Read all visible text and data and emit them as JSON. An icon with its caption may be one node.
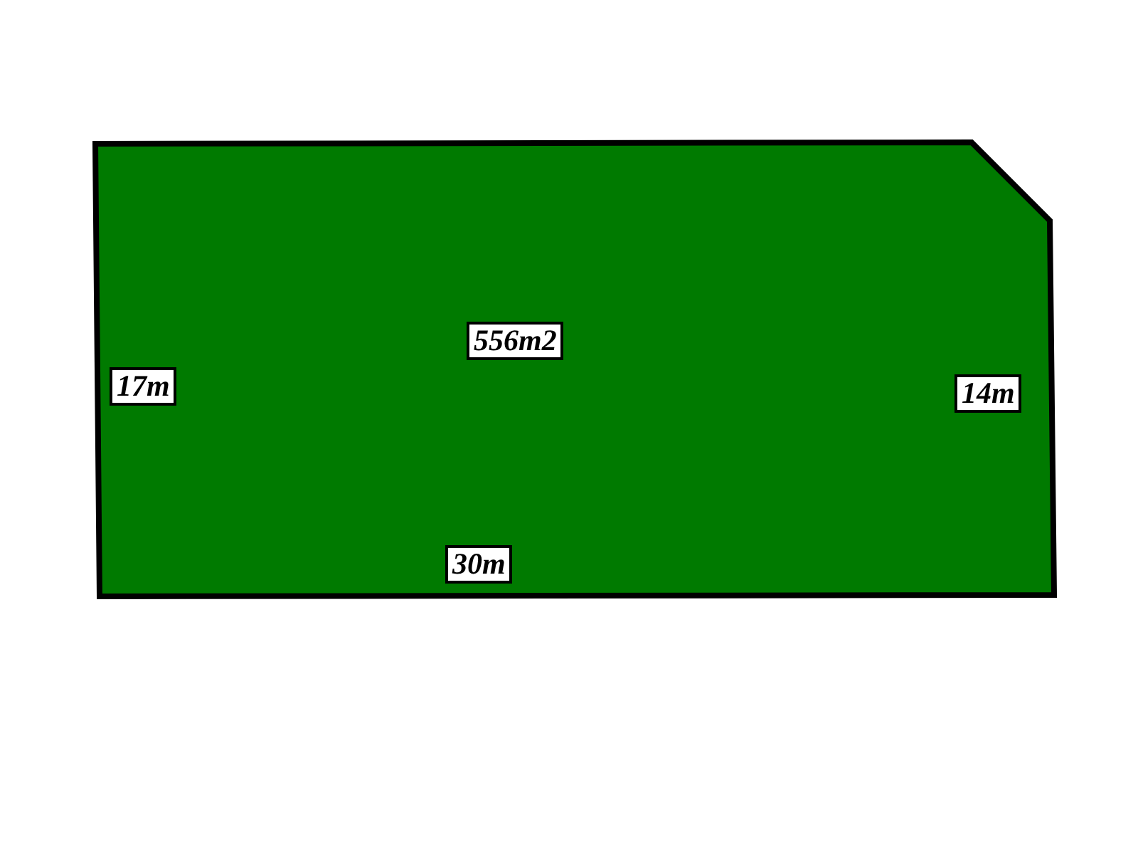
{
  "diagram": {
    "nodes": [
      {
        "text": [
          "556m2"
        ]
      }
    ],
    "labels": [
      "17m",
      "14m",
      "30m"
    ]
  }
}
